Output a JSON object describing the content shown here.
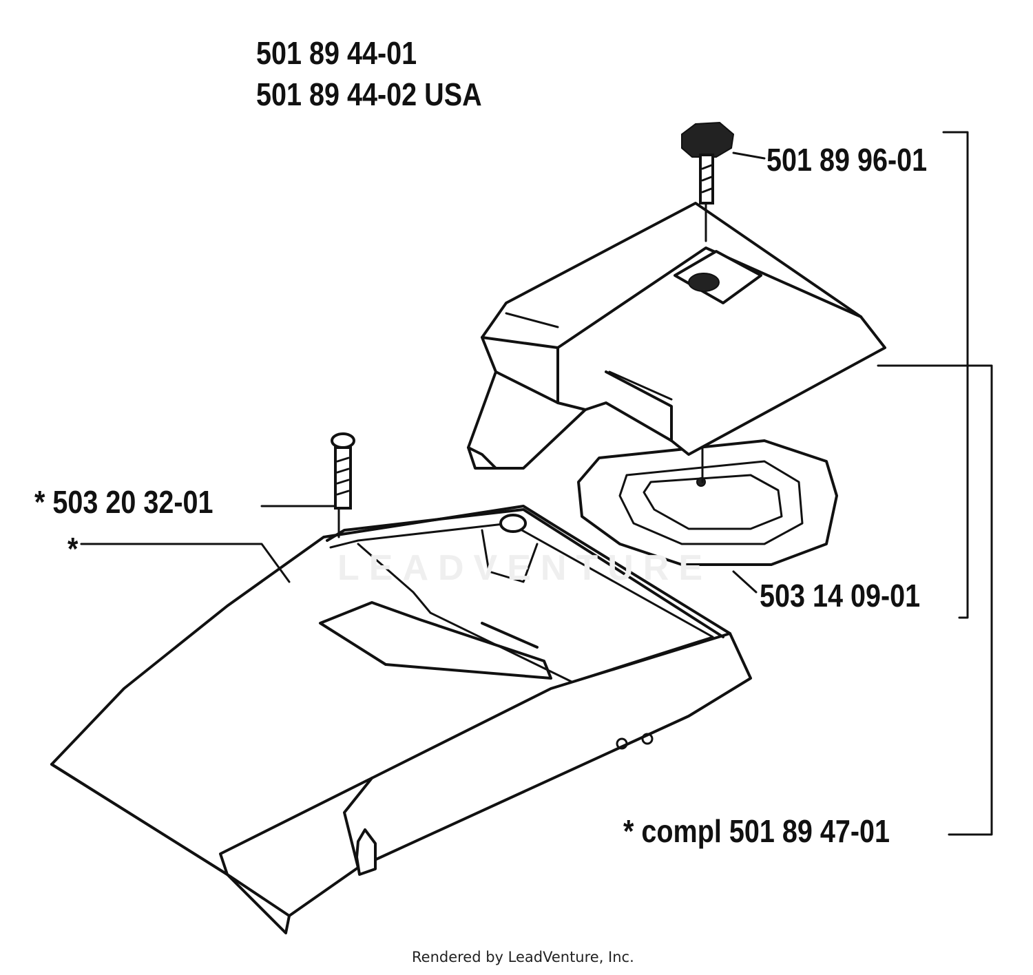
{
  "header": {
    "part_main": "501 89 44-01",
    "part_usa": "501 89 44-02  USA"
  },
  "labels": {
    "knob": "501 89 96-01",
    "screw": "*  503 20 32-01",
    "star": "*",
    "seal": "503 14 09-01",
    "complete": "*  compl 501 89 47-01"
  },
  "watermark": "LEADVENTURE",
  "footer": "Rendered by LeadVenture, Inc."
}
